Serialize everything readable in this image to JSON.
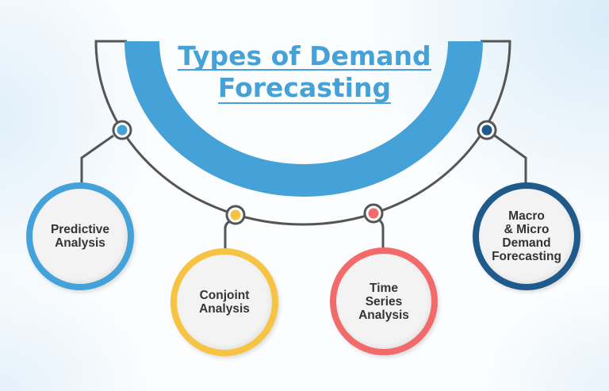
{
  "title": {
    "line1": "Types of Demand",
    "line2": "Forecasting"
  },
  "colors": {
    "title": "#44a2d9",
    "arc_band": "#44a2d9",
    "connector": "#555555",
    "node_fill": "#f3f3f3",
    "node_text": "#343434"
  },
  "nodes": [
    {
      "lines": [
        "Predictive",
        "Analysis"
      ],
      "color": "#44a2d9"
    },
    {
      "lines": [
        "Conjoint",
        "Analysis"
      ],
      "color": "#f6c343"
    },
    {
      "lines": [
        "Time",
        "Series",
        "Analysis"
      ],
      "color": "#f26a6a"
    },
    {
      "lines": [
        "Macro",
        "& Micro",
        "Demand",
        "Forecasting"
      ],
      "color": "#1f5a8a"
    }
  ]
}
